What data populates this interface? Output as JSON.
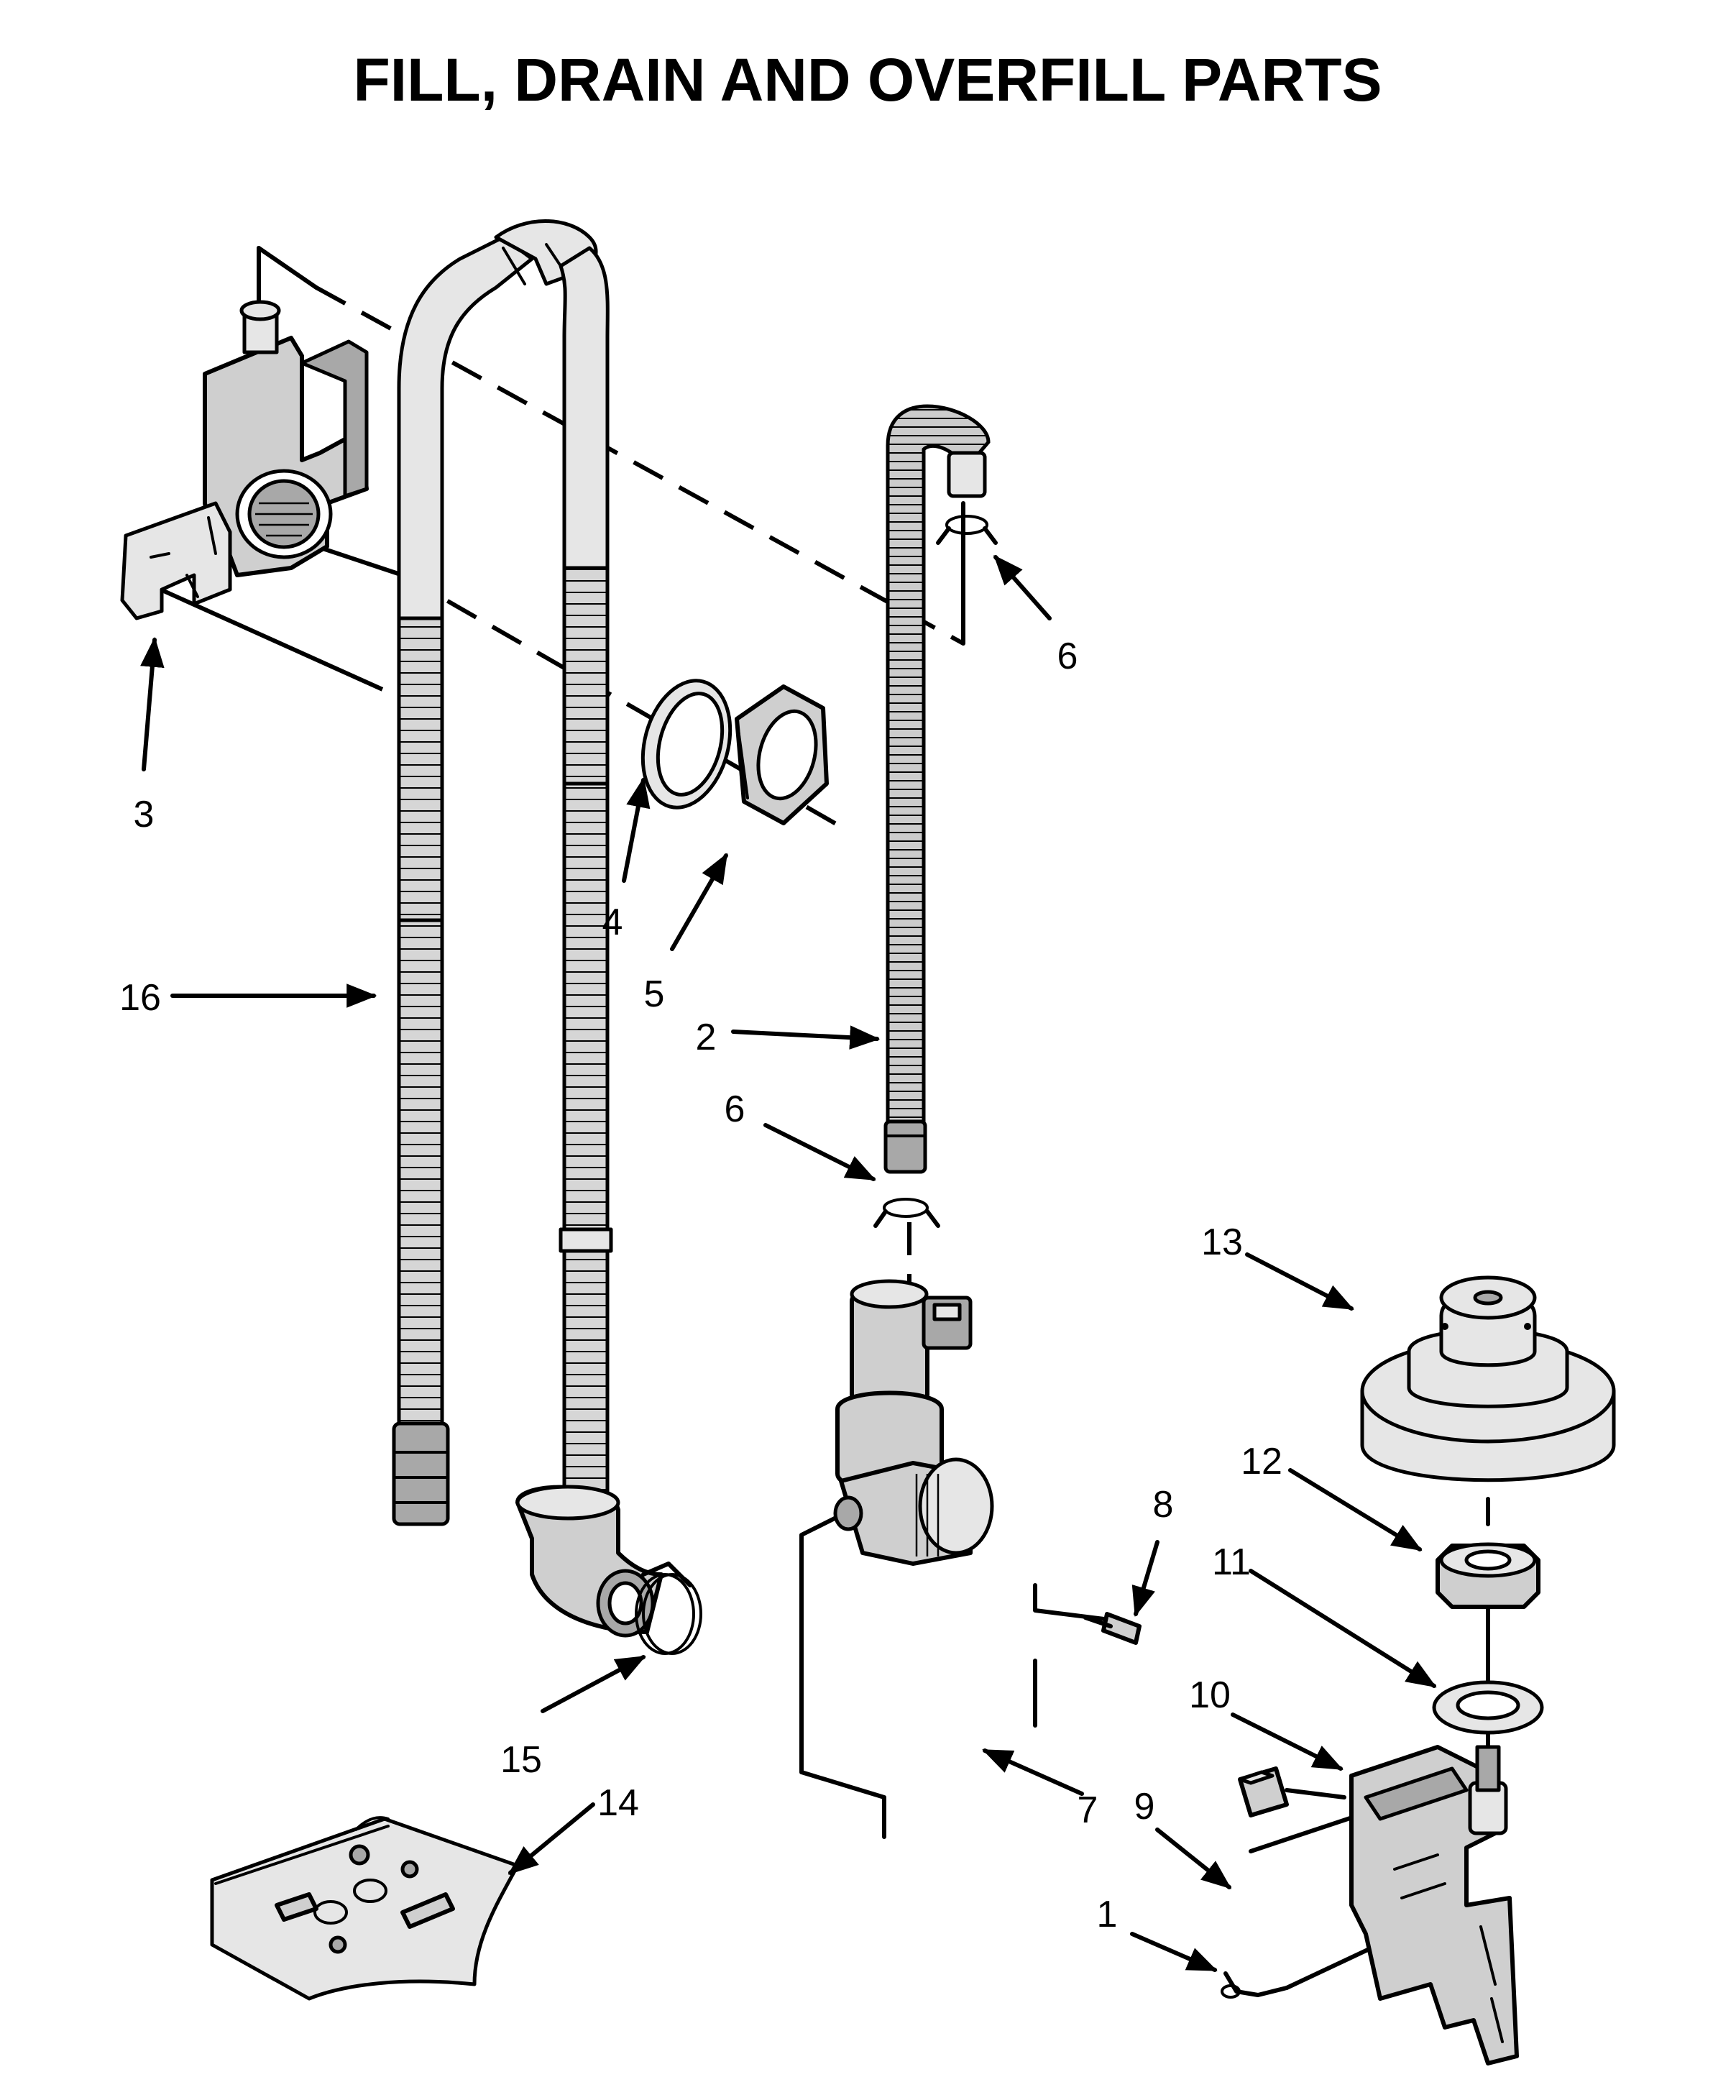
{
  "title": "FILL, DRAIN AND OVERFILL PARTS",
  "callouts": [
    {
      "id": "c1",
      "text": "1"
    },
    {
      "id": "c2",
      "text": "2"
    },
    {
      "id": "c3",
      "text": "3"
    },
    {
      "id": "c4",
      "text": "4"
    },
    {
      "id": "c5",
      "text": "5"
    },
    {
      "id": "c6a",
      "text": "6"
    },
    {
      "id": "c6b",
      "text": "6"
    },
    {
      "id": "c7",
      "text": "7"
    },
    {
      "id": "c8",
      "text": "8"
    },
    {
      "id": "c9",
      "text": "9"
    },
    {
      "id": "c10",
      "text": "10"
    },
    {
      "id": "c11",
      "text": "11"
    },
    {
      "id": "c12",
      "text": "12"
    },
    {
      "id": "c13",
      "text": "13"
    },
    {
      "id": "c14",
      "text": "14"
    },
    {
      "id": "c15",
      "text": "15"
    },
    {
      "id": "c16",
      "text": "16"
    }
  ],
  "parts": [
    {
      "callout": "1",
      "name": "wire-clip"
    },
    {
      "callout": "2",
      "name": "fill-hose"
    },
    {
      "callout": "3",
      "name": "drain-hose-bracket"
    },
    {
      "callout": "4",
      "name": "gasket-washer"
    },
    {
      "callout": "5",
      "name": "lock-nut"
    },
    {
      "callout": "6",
      "name": "hose-clamp"
    },
    {
      "callout": "7",
      "name": "water-inlet-valve"
    },
    {
      "callout": "8",
      "name": "screw"
    },
    {
      "callout": "9",
      "name": "overfill-switch"
    },
    {
      "callout": "10",
      "name": "overfill-bracket"
    },
    {
      "callout": "11",
      "name": "washer"
    },
    {
      "callout": "12",
      "name": "nut"
    },
    {
      "callout": "13",
      "name": "float"
    },
    {
      "callout": "14",
      "name": "hardware-bag"
    },
    {
      "callout": "15",
      "name": "hose-clamp-spring"
    },
    {
      "callout": "16",
      "name": "drain-hose"
    }
  ]
}
